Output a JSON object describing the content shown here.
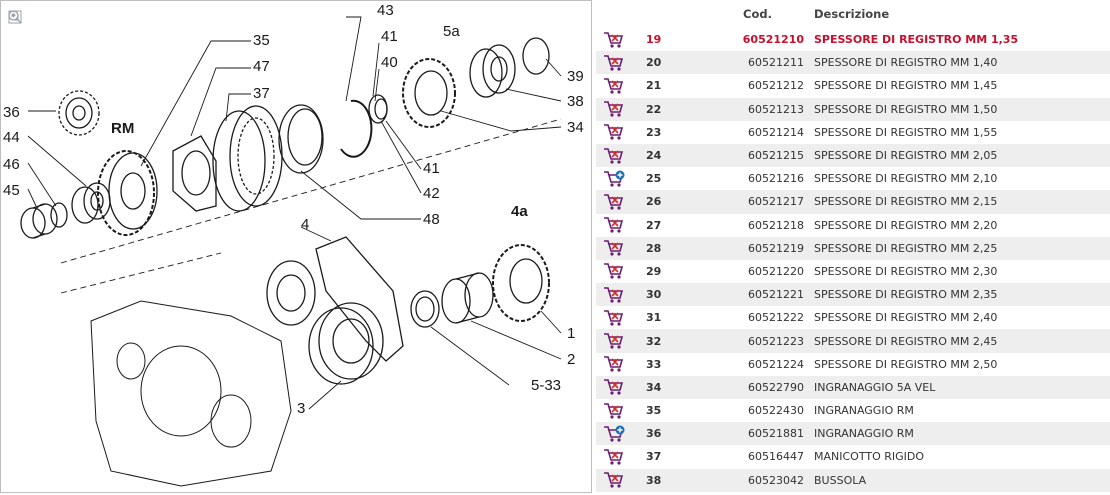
{
  "diagram": {
    "labels": {
      "l43": "43",
      "l35": "35",
      "l5a": "5a",
      "l41a": "41",
      "l47": "47",
      "l40": "40",
      "l39": "39",
      "l37": "37",
      "l38": "38",
      "l36": "36",
      "lRM": "RM",
      "l34": "34",
      "l44": "44",
      "l41b": "41",
      "l46": "46",
      "l42": "42",
      "l45": "45",
      "l48": "48",
      "l4": "4",
      "l4a": "4a",
      "l1": "1",
      "l2": "2",
      "l533": "5-33",
      "l3": "3"
    },
    "tools": [
      "fit-icon",
      "zoom-in-icon",
      "zoom-out-icon"
    ]
  },
  "table": {
    "headers": {
      "icon": "",
      "pos": "",
      "cod": "Cod.",
      "desc": "Descrizione"
    },
    "rows": [
      {
        "pos": "19",
        "cod": "60521210",
        "desc": "SPESSORE DI REGISTRO MM 1,35",
        "icon": "cart-remove-icon"
      },
      {
        "pos": "20",
        "cod": "60521211",
        "desc": "SPESSORE DI REGISTRO MM 1,40",
        "icon": "cart-remove-icon"
      },
      {
        "pos": "21",
        "cod": "60521212",
        "desc": "SPESSORE DI REGISTRO MM 1,45",
        "icon": "cart-remove-icon"
      },
      {
        "pos": "22",
        "cod": "60521213",
        "desc": "SPESSORE DI REGISTRO MM 1,50",
        "icon": "cart-remove-icon"
      },
      {
        "pos": "23",
        "cod": "60521214",
        "desc": "SPESSORE DI REGISTRO MM 1,55",
        "icon": "cart-remove-icon"
      },
      {
        "pos": "24",
        "cod": "60521215",
        "desc": "SPESSORE DI REGISTRO MM 2,05",
        "icon": "cart-remove-icon"
      },
      {
        "pos": "25",
        "cod": "60521216",
        "desc": "SPESSORE DI REGISTRO MM 2,10",
        "icon": "cart-add-icon"
      },
      {
        "pos": "26",
        "cod": "60521217",
        "desc": "SPESSORE DI REGISTRO MM 2,15",
        "icon": "cart-remove-icon"
      },
      {
        "pos": "27",
        "cod": "60521218",
        "desc": "SPESSORE DI REGISTRO MM 2,20",
        "icon": "cart-remove-icon"
      },
      {
        "pos": "28",
        "cod": "60521219",
        "desc": "SPESSORE DI REGISTRO MM 2,25",
        "icon": "cart-remove-icon"
      },
      {
        "pos": "29",
        "cod": "60521220",
        "desc": "SPESSORE DI REGISTRO MM 2,30",
        "icon": "cart-remove-icon"
      },
      {
        "pos": "30",
        "cod": "60521221",
        "desc": "SPESSORE DI REGISTRO MM 2,35",
        "icon": "cart-remove-icon"
      },
      {
        "pos": "31",
        "cod": "60521222",
        "desc": "SPESSORE DI REGISTRO MM 2,40",
        "icon": "cart-remove-icon"
      },
      {
        "pos": "32",
        "cod": "60521223",
        "desc": "SPESSORE DI REGISTRO MM 2,45",
        "icon": "cart-remove-icon"
      },
      {
        "pos": "33",
        "cod": "60521224",
        "desc": "SPESSORE DI REGISTRO MM 2,50",
        "icon": "cart-remove-icon"
      },
      {
        "pos": "34",
        "cod": "60522790",
        "desc": "INGRANAGGIO 5A VEL",
        "icon": "cart-remove-icon"
      },
      {
        "pos": "35",
        "cod": "60522430",
        "desc": "INGRANAGGIO RM",
        "icon": "cart-remove-icon"
      },
      {
        "pos": "36",
        "cod": "60521881",
        "desc": "INGRANAGGIO RM",
        "icon": "cart-add-icon"
      },
      {
        "pos": "37",
        "cod": "60516447",
        "desc": "MANICOTTO RIGIDO",
        "icon": "cart-remove-icon"
      },
      {
        "pos": "38",
        "cod": "60523042",
        "desc": "BUSSOLA",
        "icon": "cart-remove-icon"
      }
    ],
    "selected_pos": "19",
    "colors": {
      "selected_text": "#c8102e",
      "row_stripe": "#eeeeee",
      "cart": "#6a1f6f",
      "add_badge": "#1e6fb8"
    }
  }
}
